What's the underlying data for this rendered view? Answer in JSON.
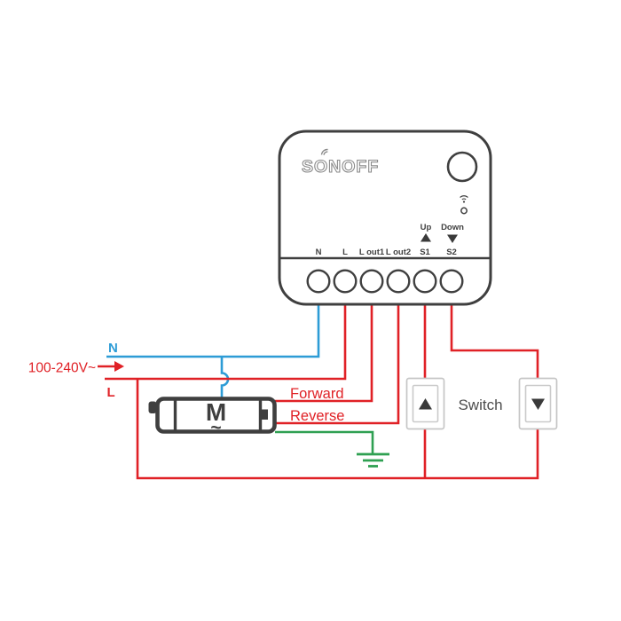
{
  "power": {
    "voltage_label": "100-240V~",
    "neutral_label": "N",
    "live_label": "L"
  },
  "device": {
    "brand": "SONOFF",
    "terminals": [
      "N",
      "L",
      "L out1",
      "L out2",
      "S1",
      "S2"
    ],
    "s1_direction": "Up",
    "s2_direction": "Down"
  },
  "motor": {
    "symbol": "M",
    "current_symbol": "~"
  },
  "outputs": {
    "forward_label": "Forward",
    "reverse_label": "Reverse"
  },
  "switches": {
    "label": "Switch"
  },
  "colors": {
    "neutral_blue": "#2D9CD6",
    "live_red": "#E02126",
    "ground_green": "#2FA052",
    "device_dark": "#3F3F3F",
    "brand_gray": "#8A8A8A",
    "switch_border": "#C6C6C6",
    "switch_text": "#4D4D4D"
  }
}
